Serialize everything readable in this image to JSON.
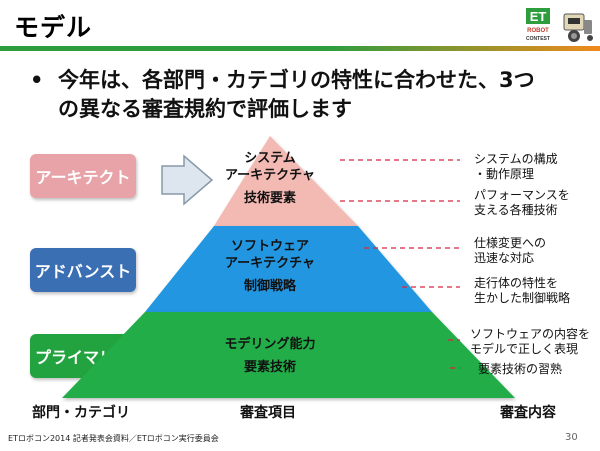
{
  "title": "モデル",
  "logo": {
    "line1": "ET",
    "line2": "ROBOT",
    "line3": "CONTEST"
  },
  "bullet": {
    "dot": "•",
    "line1": "今年は、各部門・カテゴリの特性に合わせた、3つ",
    "line2": "の異なる審査規約で評価します"
  },
  "categories": [
    {
      "label": "アーキテクト",
      "color": "#e7a3a8"
    },
    {
      "label": "アドバンスト",
      "color": "#3a6fb4"
    },
    {
      "label": "プライマリー",
      "color": "#22a33f"
    }
  ],
  "pyramid": {
    "top": {
      "line1": "システム",
      "line2": "アーキテクチャ",
      "line3": "技術要素",
      "color": "#f3b9b3"
    },
    "middle": {
      "line1": "ソフトウェア",
      "line2": "アーキテクチャ",
      "line3": "制御戦略",
      "color": "#2196e0"
    },
    "bottom": {
      "line1": "モデリング能力",
      "line2": "要素技術",
      "color": "#20ad4a"
    }
  },
  "descriptions": [
    {
      "line1": "システムの構成",
      "line2": "・動作原理"
    },
    {
      "line1": "パフォーマンスを",
      "line2": "支える各種技術"
    },
    {
      "line1": "仕様変更への",
      "line2": "迅速な対応"
    },
    {
      "line1": "走行体の特性を",
      "line2": "生かした制御戦略"
    },
    {
      "line1": "ソフトウェアの内容を",
      "line2": "モデルで正しく表現"
    },
    {
      "line1": "要素技術の習熟",
      "line2": ""
    }
  ],
  "footer": {
    "col1": "部門・カテゴリ",
    "col2": "審査項目",
    "col3": "審査内容",
    "note": "ETロボコン2014 記者発表会資料／ETロボコン実行委員会",
    "page": "30"
  },
  "colors": {
    "dash": "#d7263d",
    "arrow_fill": "#dde6ee",
    "arrow_stroke": "#8898a8"
  }
}
